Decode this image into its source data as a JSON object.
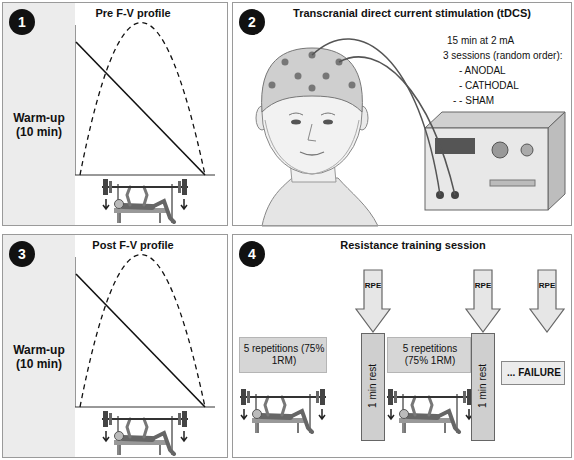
{
  "diagram": {
    "nodes": [
      {
        "text": [
          "Pre F-V profile"
        ]
      },
      {
        "text": [
          "1"
        ],
        "in": 0
      },
      {
        "text": [
          "Warm-up (10 min)"
        ],
        "in": 0
      },
      {
        "text": [
          "Transcranial direct current stimulation (tDCS)",
          "15 min at 2 mA",
          "3 sessions (random order):",
          "- ANODAL",
          "- CATHODAL",
          "- - SHAM"
        ]
      },
      {
        "text": [
          "2"
        ],
        "in": 3
      },
      {
        "text": [
          "Post F-V profile"
        ]
      },
      {
        "text": [
          "3"
        ],
        "in": 5
      },
      {
        "text": [
          "Warm-up (10 min)"
        ],
        "in": 5
      },
      {
        "text": [
          "Resistance training session"
        ]
      },
      {
        "text": [
          "4"
        ],
        "in": 8
      },
      {
        "text": [
          "5 repetitions (75% 1RM)"
        ],
        "in": 8
      },
      {
        "text": [
          "RPE"
        ],
        "in": 8
      },
      {
        "text": [
          "1 min rest"
        ],
        "in": 8
      },
      {
        "text": [
          "5 repetitions (75% 1RM)"
        ],
        "in": 8
      },
      {
        "text": [
          "RPE"
        ],
        "in": 8
      },
      {
        "text": [
          "1 min rest"
        ],
        "in": 8
      },
      {
        "text": [
          "... FAILURE"
        ],
        "in": 8
      },
      {
        "text": [
          "RPE"
        ],
        "in": 8
      }
    ]
  }
}
